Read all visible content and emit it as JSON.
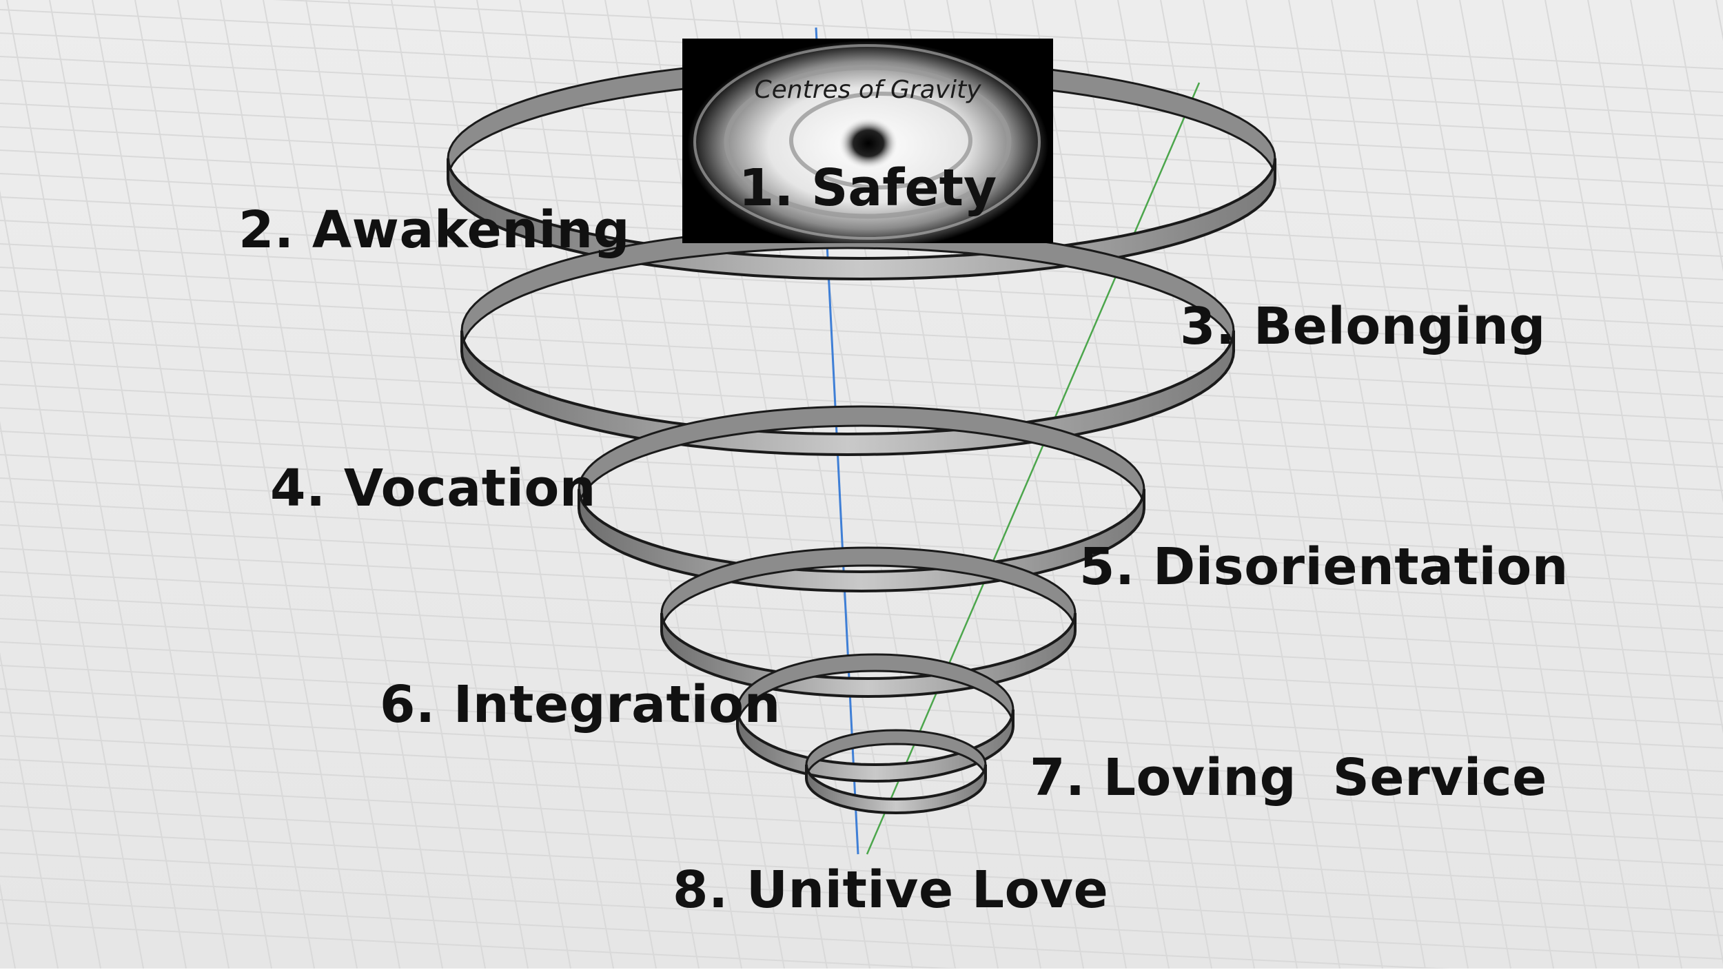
{
  "diagram": {
    "logo": {
      "caption": "Centres of Gravity",
      "title": "1. Safety"
    },
    "stages": {
      "awakening": "2. Awakening",
      "belonging": "3. Belonging",
      "vocation": "4. Vocation",
      "disorientation": "5. Disorientation",
      "integration": "6. Integration",
      "loving_service": "7. Loving  Service",
      "unitive_love": "8. Unitive Love"
    },
    "colors": {
      "background": "#ececec",
      "ribbon_fill": "#9c9c9c",
      "ribbon_edge": "#1a1a1a",
      "axis_blue": "#3f7fd6",
      "axis_green": "#4ca64c",
      "label_text": "#111111"
    }
  }
}
